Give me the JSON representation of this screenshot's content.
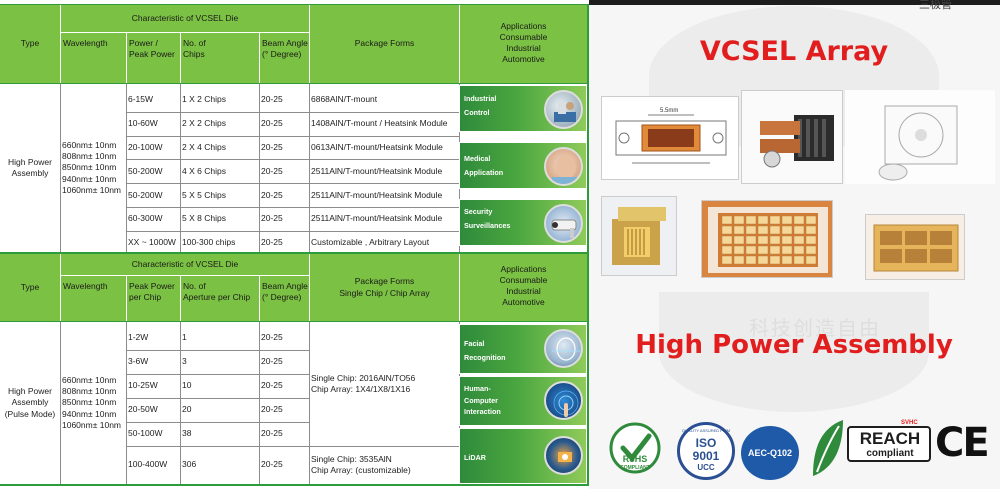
{
  "table1": {
    "type_header": "Type",
    "group_header": "Characteristic of VCSEL Die",
    "col_wavelength": "Wavelength",
    "col_power": [
      "Power /",
      "Peak Power"
    ],
    "col_chips": [
      "No. of",
      "Chips"
    ],
    "col_beam": [
      "Beam Angle",
      "(° Degree)"
    ],
    "col_package": "Package Forms",
    "col_applications": "Applications",
    "applications_list": [
      "Consumable",
      "Industrial",
      "Automotive"
    ],
    "type_value": [
      "High Power",
      "Assembly"
    ],
    "wavelengths": [
      "660nm± 10nm",
      "808nm± 10nm",
      "850nm± 10nm",
      "940nm± 10nm",
      "1060nm± 10nm"
    ],
    "rows": [
      {
        "power": "6-15W",
        "chips": "1 X 2 Chips",
        "beam": "20-25",
        "package": "6868AlN/T-mount"
      },
      {
        "power": "10-60W",
        "chips": "2 X 2 Chips",
        "beam": "20-25",
        "package": "1408AlN/T-mount / Heatsink Module"
      },
      {
        "power": "20-100W",
        "chips": "2 X 4 Chips",
        "beam": "20-25",
        "package": "0613AlN/T-mount/Heatsink Module"
      },
      {
        "power": "50-200W",
        "chips": "4 X 6 Chips",
        "beam": "20-25",
        "package": "2511AlN/T-mount/Heatsink Module"
      },
      {
        "power": "50-200W",
        "chips": "5 X 5 Chips",
        "beam": "20-25",
        "package": "2511AlN/T-mount/Heatsink Module"
      },
      {
        "power": "60-300W",
        "chips": "5 X 8 Chips",
        "beam": "20-25",
        "package": "2511AlN/T-mount/Heatsink Module"
      },
      {
        "power": "XX ~ 1000W",
        "chips": "100-300 chips",
        "beam": "20-25",
        "package": "Customizable , Arbitrary Layout"
      }
    ],
    "apps": [
      {
        "label": [
          "Industrial",
          "Control"
        ],
        "icon": "industrial-control-photo"
      },
      {
        "label": [
          "Medical",
          "Application"
        ],
        "icon": "medical-application-photo"
      },
      {
        "label": [
          "Security",
          "Surveillances"
        ],
        "icon": "security-camera-photo"
      }
    ]
  },
  "table2": {
    "type_header": "Type",
    "group_header": "Characteristic of VCSEL Die",
    "col_wavelength": "Wavelength",
    "col_power": [
      "Peak Power",
      "per Chip"
    ],
    "col_chips": [
      "No. of",
      "Aperture per Chip"
    ],
    "col_beam": [
      "Beam Angle",
      "(° Degree)"
    ],
    "col_package": [
      "Package Forms",
      "Single Chip / Chip Array"
    ],
    "col_applications": "Applications",
    "applications_list": [
      "Consumable",
      "Industrial",
      "Automotive"
    ],
    "type_value": [
      "High Power",
      "Assembly",
      "(Pulse Mode)"
    ],
    "wavelengths": [
      "660nm± 10nm",
      "808nm± 10nm",
      "850nm± 10nm",
      "940nm± 10nm",
      "1060nm± 10nm"
    ],
    "rows": [
      {
        "power": "1-2W",
        "apertures": "1",
        "beam": "20-25"
      },
      {
        "power": "3-6W",
        "apertures": "3",
        "beam": "20-25"
      },
      {
        "power": "10-25W",
        "apertures": "10",
        "beam": "20-25"
      },
      {
        "power": "20-50W",
        "apertures": "20",
        "beam": "20-25"
      },
      {
        "power": "50-100W",
        "apertures": "38",
        "beam": "20-25"
      },
      {
        "power": "100-400W",
        "apertures": "306",
        "beam": "20-25"
      }
    ],
    "package_a": [
      "Single Chip: 2016AlN/TO56",
      "Chip Array: 1X4/1X8/1X16"
    ],
    "package_b": [
      "Single Chip: 3535AlN",
      "Chip Array: (customizable)"
    ],
    "apps": [
      {
        "label": [
          "Facial",
          "Recognition"
        ],
        "icon": "face-scan-photo"
      },
      {
        "label": [
          "Human-",
          "Computer",
          "Interaction"
        ],
        "icon": "touch-hand-photo"
      },
      {
        "label": [
          "LiDAR"
        ],
        "icon": "lidar-sensor-photo"
      }
    ]
  },
  "right": {
    "top_chinese": "三极管",
    "title_vcsel": "VCSEL Array",
    "title_assembly": "High Power Assembly",
    "watermark": "科技创造自由",
    "dimension_label": "5.5mm"
  },
  "certs": {
    "rohs": "RoHS",
    "rohs_sub": "COMPLIANT",
    "iso": "ISO",
    "iso_num": "9001",
    "iso_ucc": "UCC",
    "iso_ring": "QUALITY ASSURED FIRM",
    "aec": "AEC-Q102",
    "svhc": "SVHC",
    "reach": "REACH",
    "reach_sub": "compliant",
    "ce": "CE"
  },
  "colors": {
    "header_green": "#7bc143",
    "title_red": "#e11d1d",
    "app_green": "#2f8a3b"
  }
}
